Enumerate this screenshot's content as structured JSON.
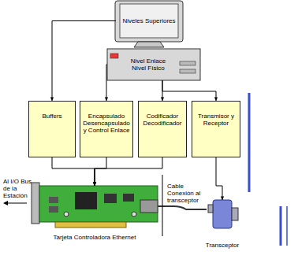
{
  "diagram": {
    "nodes": [
      {
        "text": [
          "Niveles Superiores"
        ]
      },
      {
        "text": [
          "Nivel Enlace",
          "Nivel Físico"
        ]
      },
      {
        "text": [
          "Buffers"
        ]
      },
      {
        "text": [
          "Encapsulado Desencapsulado y Control Enlace"
        ]
      },
      {
        "text": [
          "Codificador Decodificador"
        ]
      },
      {
        "text": [
          "Transmisor y Receptor"
        ]
      },
      {
        "text": [
          "Tarjeta Controladora Ethernet"
        ]
      },
      {
        "text": [
          "Transceptor"
        ]
      }
    ],
    "edges": [
      {
        "from": 0,
        "to": 2,
        "arrow": "to"
      },
      {
        "from": 1,
        "to": 3,
        "arrow": "to"
      },
      {
        "from": 1,
        "to": 4,
        "arrow": "to"
      },
      {
        "from": 1,
        "to": 5,
        "arrow": "to"
      },
      {
        "from": 2,
        "to": 6,
        "arrow": "to"
      },
      {
        "from": 3,
        "to": 6,
        "arrow": "to"
      },
      {
        "from": 4,
        "to": 6,
        "arrow": "to"
      },
      {
        "from": 5,
        "to": 7,
        "arrow": "to"
      }
    ],
    "labels": [
      "Al I/O Bus de la Estación",
      "Cable Conexión al transceptor"
    ]
  }
}
